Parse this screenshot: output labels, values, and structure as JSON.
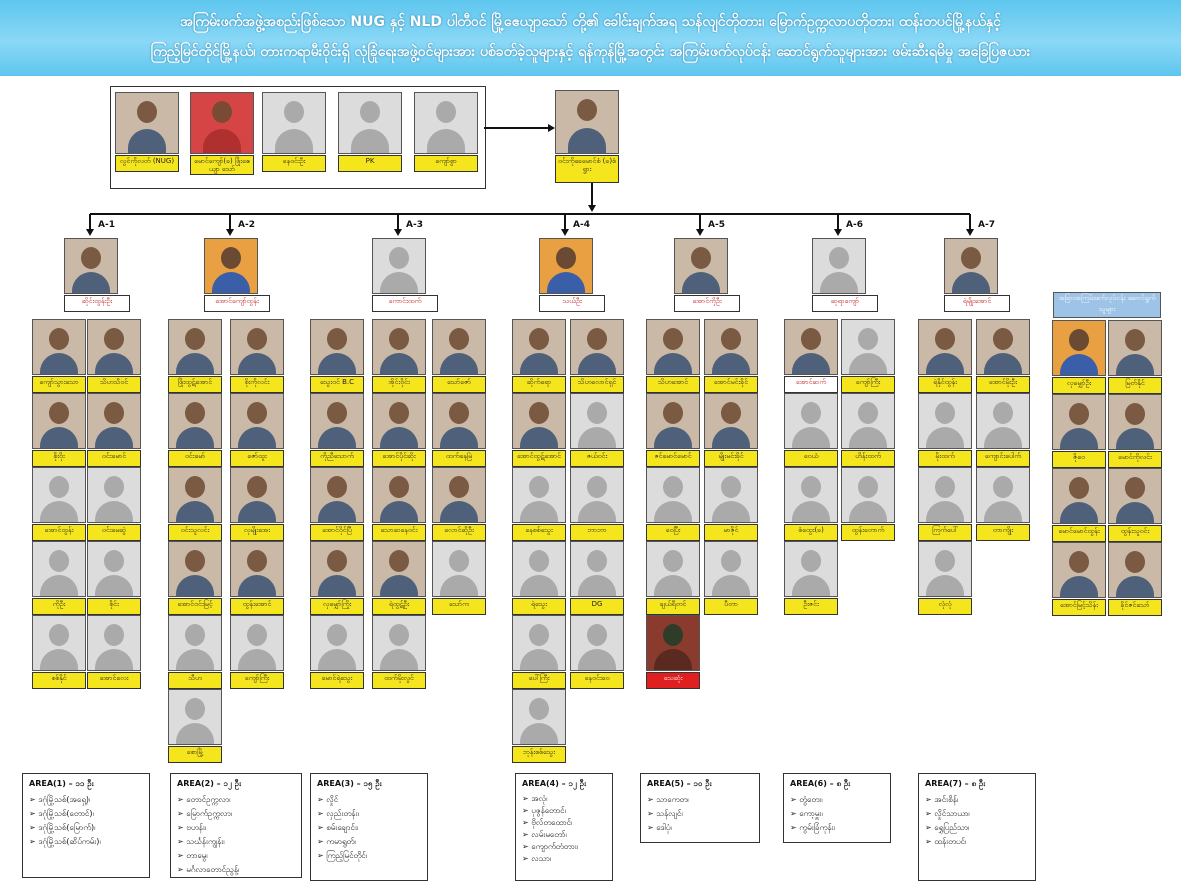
{
  "title": {
    "line1": "အကြမ်းဖက်အဖွဲ့အစည်းဖြစ်သော NUG နှင့် NLD ပါတီဝင် မြို့ဧေယျာသော် တို့၏ ခေါင်းချက်အရ သန်လျင်တိုတား၊ မြောက်ဥက္ကလာပတိုတား၊ ထန်းတပင်မြို့နယ်နှင့်",
    "line2": "ကြည့်မြင်တိုင်မြို့နယ်၊ တားကရာမီးဝိုင်းရှိ လုံခြုံရေးအဖွဲ့ဝင်များအား ပစ်ခတ်ခဲ့သူများနှင့် ရန်ကုန်မြို့အတွင်း အကြမ်းဖက်လုပ်ငန်း ဆောင်ရွက်သူများအား ဖမ်းဆီးရမိမှု အခြေပြဇယား"
  },
  "leaders": [
    {
      "name": "လွင်ကိုလတ် (NUG)",
      "photo": "real"
    },
    {
      "name": "မောင်ကျော်(ခ) ဖြိုးဧေယျာ သော်",
      "photo": "red"
    },
    {
      "name": "နေဝင်းဦး",
      "photo": "placeholder"
    },
    {
      "name": "PK",
      "photo": "placeholder"
    },
    {
      "name": "ကျော်စွာ",
      "photo": "placeholder"
    }
  ],
  "commander": {
    "name": "ဝင်းကိုခေမောင်စံ (ခ)စံရွား",
    "photo": "real"
  },
  "areas": [
    {
      "code": "A-1",
      "leader": "ဆိုင်းထွန်းဦး",
      "members": [
        {
          "name": "ကျော်သွားသော",
          "photo": "real"
        },
        {
          "name": "သိဟသိဝင်",
          "photo": "real"
        },
        {
          "name": "စိုးဝိုး",
          "photo": "real"
        },
        {
          "name": "ဝင်းမောင်",
          "photo": "real"
        },
        {
          "name": "အောင်ထွန်း",
          "photo": "placeholder"
        },
        {
          "name": "ဝင်းမေဆွဲ",
          "photo": "placeholder"
        },
        {
          "name": "ကိုဦး",
          "photo": "placeholder"
        },
        {
          "name": "စိုင်း",
          "photo": "placeholder"
        },
        {
          "name": "စစ်နိုင်",
          "photo": "placeholder"
        },
        {
          "name": "အောင်လေး",
          "photo": "placeholder"
        }
      ]
    },
    {
      "code": "A-2",
      "leader": "အောင်ကျော်ထွန်း",
      "members": [
        {
          "name": "ဖြိုးထွဋ်အောင်",
          "photo": "real"
        },
        {
          "name": "စိုးကိုလင်း",
          "photo": "real"
        },
        {
          "name": "ဝင်းမော်",
          "photo": "real"
        },
        {
          "name": "ဇော်ထူး",
          "photo": "real"
        },
        {
          "name": "ဝင်းသူလင်း",
          "photo": "real"
        },
        {
          "name": "လှမျိုးအေး",
          "photo": "real"
        },
        {
          "name": "အောင်ဝင်းမြင့်",
          "photo": "real"
        },
        {
          "name": "ထွန်းအောင်",
          "photo": "real"
        },
        {
          "name": "သီဟ",
          "photo": "placeholder"
        },
        {
          "name": "ကျော်ကြီး",
          "photo": "placeholder"
        },
        {
          "name": "စောမြို့",
          "photo": "placeholder"
        }
      ]
    },
    {
      "code": "A-3",
      "leader": "ကောင်းထက်",
      "members": [
        {
          "name": "သွေးဝင် B.C",
          "photo": "real"
        },
        {
          "name": "အိုင်းဝိုင်း",
          "photo": "real"
        },
        {
          "name": "သော်ဇော်",
          "photo": "real"
        },
        {
          "name": "ကိုညီသောက်",
          "photo": "real"
        },
        {
          "name": "အောင်ပိုင်ဆိုး",
          "photo": "real"
        },
        {
          "name": "ထက်နေမြဲ",
          "photo": "real"
        },
        {
          "name": "အောင်ဝိုင်ပြီ",
          "photo": "real"
        },
        {
          "name": "သောဆနေဝင်း",
          "photo": "real"
        },
        {
          "name": "လောင်ဆိုဦး",
          "photo": "real"
        },
        {
          "name": "လှမျှော်ကြိုး",
          "photo": "real"
        },
        {
          "name": "ရဲထွဋ်ဦး",
          "photo": "real"
        },
        {
          "name": "သော်က",
          "photo": "placeholder"
        },
        {
          "name": "မောင်ရဲသွေး",
          "photo": "placeholder"
        },
        {
          "name": "ထက်မိုးလွင်",
          "photo": "placeholder"
        }
      ]
    },
    {
      "code": "A-4",
      "leader": "သယ်ဦး",
      "members": [
        {
          "name": "ဆိုက်ရော",
          "photo": "real"
        },
        {
          "name": "သိဟလောင်ရှင်",
          "photo": "real"
        },
        {
          "name": "အောင်ထွဋ်အောင်",
          "photo": "real"
        },
        {
          "name": "ဇယ်ဝင်း",
          "photo": "placeholder"
        },
        {
          "name": "နေစစ်သွေး",
          "photo": "placeholder"
        },
        {
          "name": "ဘာဘာ",
          "photo": "placeholder"
        },
        {
          "name": "ရဲသွေး",
          "photo": "placeholder"
        },
        {
          "name": "DG",
          "photo": "placeholder"
        },
        {
          "name": "ပေါ်ကြီး",
          "photo": "placeholder"
        },
        {
          "name": "နေဝင်းဝေ",
          "photo": "placeholder"
        },
        {
          "name": "ဘုန်းစစ်သွေး",
          "photo": "placeholder"
        }
      ]
    },
    {
      "code": "A-5",
      "leader": "အောင်ကိုဦး",
      "members": [
        {
          "name": "သိဟအောင်",
          "photo": "real"
        },
        {
          "name": "အောင်မင်းခိုင်",
          "photo": "real"
        },
        {
          "name": "ဇင်မောင်မောင်",
          "photo": "real"
        },
        {
          "name": "မျိုးမင်းခိုင်",
          "photo": "real"
        },
        {
          "name": "ဝေပြီး",
          "photo": "placeholder"
        },
        {
          "name": "မာဇိုင်",
          "photo": "placeholder"
        },
        {
          "name": "ချယ်ရီတင်",
          "photo": "placeholder"
        },
        {
          "name": "ပီတာ",
          "photo": "placeholder"
        },
        {
          "name": "သေဆုံး",
          "photo": "scene",
          "style": "red"
        }
      ]
    },
    {
      "code": "A-6",
      "leader": "ဆုရာကျော်",
      "members": [
        {
          "name": "အောင်ဆက်",
          "photo": "real",
          "style": "white"
        },
        {
          "name": "ကျော်ကြီး",
          "photo": "placeholder"
        },
        {
          "name": "ဝေယံ",
          "photo": "placeholder"
        },
        {
          "name": "ဟိန်းထက်",
          "photo": "placeholder"
        },
        {
          "name": "စံထွေး(ခ)",
          "photo": "placeholder"
        },
        {
          "name": "ထွန်းတောက်",
          "photo": "placeholder"
        },
        {
          "name": "ဦးဇင်း",
          "photo": "placeholder"
        }
      ]
    },
    {
      "code": "A-7",
      "leader": "ရဲမျိုးအောင်",
      "members": [
        {
          "name": "ရဲနိုင်ထွန်း",
          "photo": "real"
        },
        {
          "name": "အောင်မိုးဦး",
          "photo": "real"
        },
        {
          "name": "မိုးထက်",
          "photo": "placeholder"
        },
        {
          "name": "ကျောင်းပေါက်",
          "photo": "placeholder"
        },
        {
          "name": "ကြက်ပေါ်",
          "photo": "placeholder"
        },
        {
          "name": "တာကျိုး",
          "photo": "placeholder"
        },
        {
          "name": "လုံလုံ",
          "photo": "placeholder"
        }
      ]
    }
  ],
  "separate_group": {
    "heading": "အခြားအကြမ်းဖက်လုပ်ငန်း ဆောင်ရွက်သူများ",
    "members": [
      {
        "name": "လှမျှော်ဦး",
        "photo": "org"
      },
      {
        "name": "မြတ်နိုင်",
        "photo": "real"
      },
      {
        "name": "ဇိုဝေ",
        "photo": "real"
      },
      {
        "name": "မောင်ကိုလင်း",
        "photo": "real"
      },
      {
        "name": "မောင်မောင်ထွန်း",
        "photo": "real"
      },
      {
        "name": "ထွန်းသူဝင်း",
        "photo": "real"
      },
      {
        "name": "အောင်မြင့်သိန်း",
        "photo": "real"
      },
      {
        "name": "ခိုင်ဇင်သော်",
        "photo": "real"
      }
    ]
  },
  "area_boxes": [
    {
      "title": "AREA(1) – ၁၁ ဦး",
      "items": [
        "ဒဂုံမြို့သစ်(အရှေ့)၊",
        "ဒဂုံမြို့သစ်(တောင်)၊",
        "ဒဂုံမြို့သစ်(မြောက်)၊",
        "ဒဂုံမြို့သစ်(ဆိပ်ကမ်း)၊"
      ]
    },
    {
      "title": "AREA(2) – ၁၂ ဦး",
      "items": [
        "တောင်ဥက္ကလာ၊",
        "မြောက်ဥက္ကလာ၊",
        "ဗဟန်း၊",
        "သင်္ဃန်းကျွန်း၊",
        "တာမွေ၊",
        "မင်္ဂလာတောင်ညွန့်၊"
      ]
    },
    {
      "title": "AREA(3) – ၁၅ ဦး",
      "items": [
        "လှိုင်",
        "လှည်းတန်း၊",
        "စမ်းချောင်း၊",
        "ကမာရွတ်၊",
        "ကြည့်မြင်တိုင်၊"
      ]
    },
    {
      "title": "AREA(4) – ၁၂ ဦး",
      "items": [
        "အလုံ၊",
        "ပုဇွန်တောင်၊",
        "ဗိုလ်တထောင်၊",
        "လမ်းမတော်၊",
        "ကျောက်တံတား၊",
        "လသာ၊"
      ]
    },
    {
      "title": "AREA(5) – ၁၀ ဦး",
      "items": [
        "သာကေတ၊",
        "သန်လျင်၊",
        "ဒေါပုံ၊"
      ]
    },
    {
      "title": "AREA(6) – ၈ ဦး",
      "items": [
        "တွံတေး၊",
        "ကော့မှူး၊",
        "ကွမ်းခြံကုန်း၊"
      ]
    },
    {
      "title": "AREA(7) – ၈ ဦး",
      "items": [
        "အင်းစိန်၊",
        "လှိုင်သာယာ၊",
        "ရွှေပြည်သာ၊",
        "ထန်းတပင်၊"
      ]
    }
  ],
  "colors": {
    "title_band": "#5ec6ee",
    "name_label": "#f4e51d",
    "deceased_label": "#e02020",
    "separate_heading": "#9dc3e6"
  }
}
